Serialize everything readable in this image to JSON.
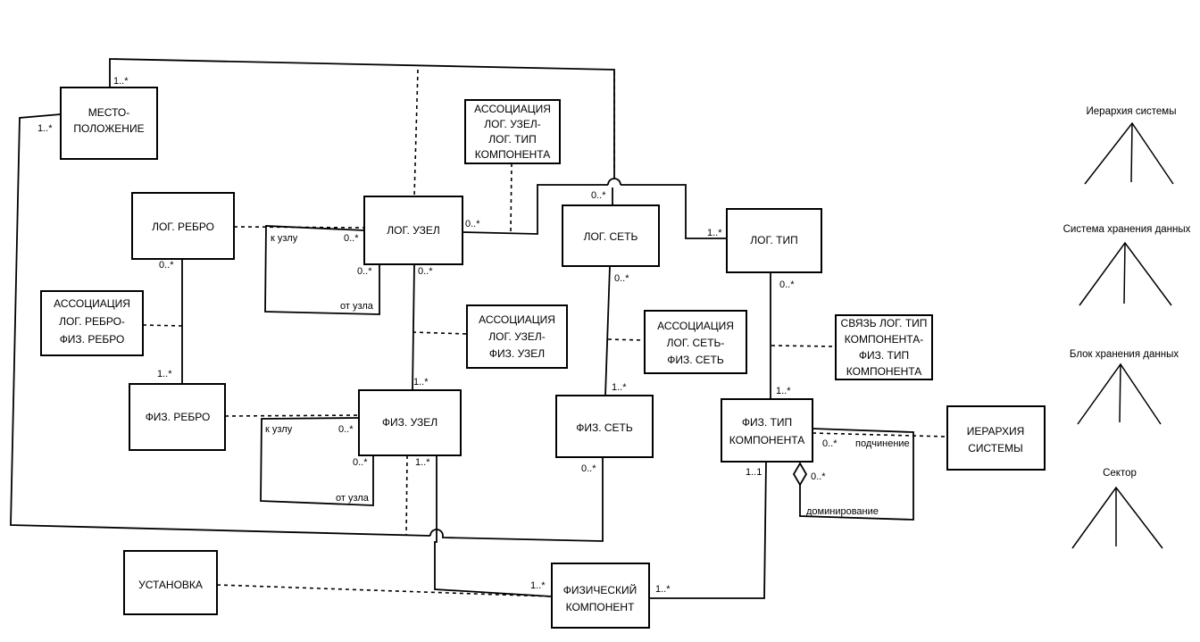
{
  "classes": {
    "location": [
      "МЕСТО-",
      "ПОЛОЖЕНИЕ"
    ],
    "assoc_lognode_logtype": [
      "АССОЦИАЦИЯ",
      "ЛОГ. УЗЕЛ-",
      "ЛОГ. ТИП",
      "КОМПОНЕНТА"
    ],
    "log_edge": [
      "ЛОГ. РЕБРО"
    ],
    "log_node": [
      "ЛОГ. УЗЕЛ"
    ],
    "log_net": [
      "ЛОГ. СЕТЬ"
    ],
    "log_type": [
      "ЛОГ. ТИП"
    ],
    "assoc_logedge_physedge": [
      "АССОЦИАЦИЯ",
      "ЛОГ. РЕБРО-",
      "ФИЗ. РЕБРО"
    ],
    "assoc_lognode_physnode": [
      "АССОЦИАЦИЯ",
      "ЛОГ. УЗЕЛ-",
      "ФИЗ. УЗЕЛ"
    ],
    "assoc_lognet_physnet": [
      "АССОЦИАЦИЯ",
      "ЛОГ. СЕТЬ-",
      "ФИЗ. СЕТЬ"
    ],
    "link_logtype_phystype": [
      "СВЯЗЬ ЛОГ. ТИП",
      "КОМПОНЕНТА-",
      "ФИЗ. ТИП",
      "КОМПОНЕНТА"
    ],
    "phys_edge": [
      "ФИЗ. РЕБРО"
    ],
    "phys_node": [
      "ФИЗ. УЗЕЛ"
    ],
    "phys_net": [
      "ФИЗ. СЕТЬ"
    ],
    "phys_type": [
      "ФИЗ. ТИП",
      "КОМПОНЕНТА"
    ],
    "system_hierarchy": [
      "ИЕРАРХИЯ",
      "СИСТЕМЫ"
    ],
    "installation": [
      "УСТАНОВКА"
    ],
    "physical_component": [
      "ФИЗИЧЕСКИЙ",
      "КОМПОНЕНТ"
    ]
  },
  "multiplicities": {
    "location_top": "1..*",
    "location_left": "1..*",
    "lognode_right": "0..*",
    "lognet_top": "0..*",
    "logtype_left": "1..*",
    "logedge_bottom": "0..*",
    "lognode_to_loop": "0..*",
    "lognode_from_loop": "0..*",
    "lognode_bottom": "0..*",
    "lognet_bottom": "0..*",
    "logtype_bottom": "0..*",
    "physedge_top": "1..*",
    "physnode_top": "1..*",
    "physnet_top": "1..*",
    "phystype_top": "1..*",
    "physnode_to_loop": "0..*",
    "physnode_from_loop": "0..*",
    "physnode_bottom": "1..*",
    "physnet_bottom": "0..*",
    "phystype_sub": "0..*",
    "phystype_dom": "0..*",
    "phystype_bottom": "1..1",
    "physcomp_left": "1..*",
    "physcomp_right": "1..*"
  },
  "roles": {
    "log_to_node": "к узлу",
    "log_from_node": "от узла",
    "phys_to_node": "к узлу",
    "phys_from_node": "от узла",
    "subordination": "подчинение",
    "domination": "доминирование"
  },
  "sidebar": {
    "system_hierarchy": "Иерархия системы",
    "data_storage_system": "Система хранения данных",
    "data_storage_block": "Блок хранения данных",
    "sector": "Сектор"
  }
}
